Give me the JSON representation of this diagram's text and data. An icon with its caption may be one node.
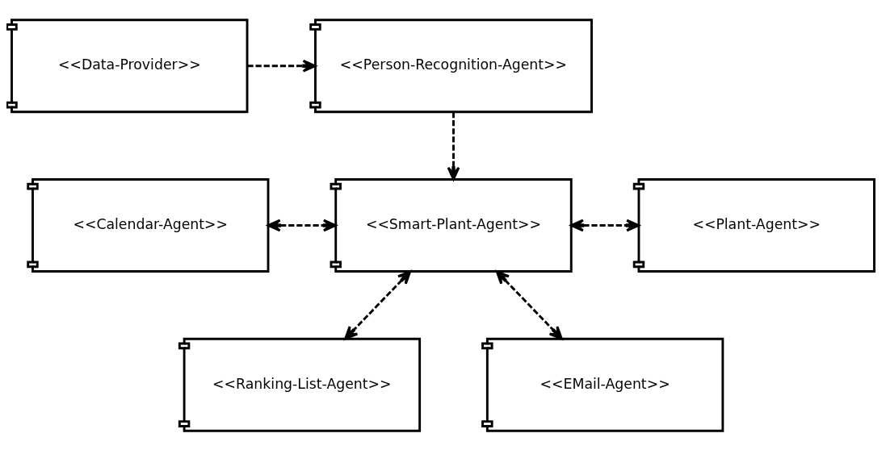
{
  "diagram": {
    "nodes": [
      {
        "text": [
          "<<Data-Provider>>"
        ]
      },
      {
        "text": [
          "<<Person-Recognition-Agent>>"
        ]
      },
      {
        "text": [
          "<<Calendar-Agent>>"
        ]
      },
      {
        "text": [
          "<<Smart-Plant-Agent>>"
        ]
      },
      {
        "text": [
          "<<Plant-Agent>>"
        ]
      },
      {
        "text": [
          "<<Ranking-List-Agent>>"
        ]
      },
      {
        "text": [
          "<<EMail-Agent>>"
        ]
      }
    ],
    "edges": [
      {
        "from": 0,
        "to": 1,
        "arrow": "to",
        "style": "dashed"
      },
      {
        "from": 1,
        "to": 3,
        "arrow": "to",
        "style": "dashed"
      },
      {
        "from": 2,
        "to": 3,
        "arrow": "both",
        "style": "dashed"
      },
      {
        "from": 3,
        "to": 4,
        "arrow": "both",
        "style": "dashed"
      },
      {
        "from": 3,
        "to": 5,
        "arrow": "both",
        "style": "dashed"
      },
      {
        "from": 3,
        "to": 6,
        "arrow": "both",
        "style": "dashed"
      }
    ]
  }
}
